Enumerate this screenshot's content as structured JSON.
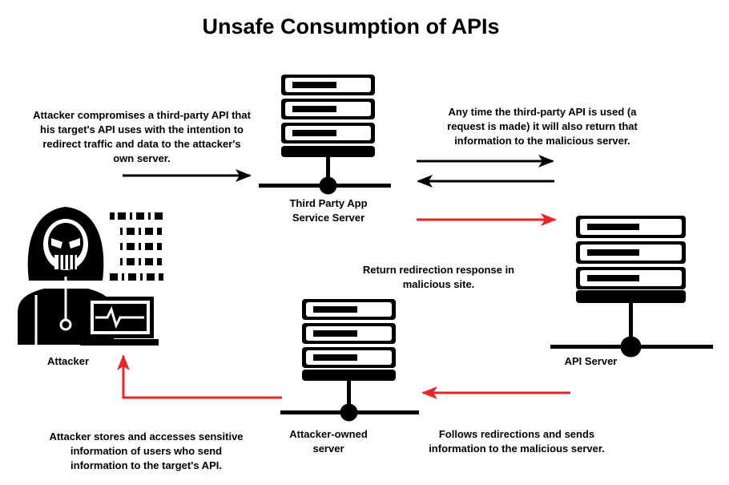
{
  "title": "Unsafe Consumption of APIs",
  "nodes": {
    "third_party": {
      "label_line1": "Third Party App",
      "label_line2": "Service Server"
    },
    "api_server": {
      "label": "API Server"
    },
    "attacker_server": {
      "label_line1": "Attacker-owned",
      "label_line2": "server"
    },
    "attacker": {
      "label": "Attacker"
    }
  },
  "annotations": {
    "compromise": [
      "Attacker compromises a third-party API that",
      "his target's API uses with the intention to",
      "redirect traffic and data to the attacker's",
      "own server."
    ],
    "any_time": [
      "Any time the third-party API is used (a",
      "request is made) it will also return that",
      "information to the malicious server."
    ],
    "return_redirect": [
      "Return redirection response in",
      "malicious site."
    ],
    "stores": [
      "Attacker stores and accesses sensitive",
      "information of users who send",
      "information to the target's API."
    ],
    "follows": [
      "Follows redirections and sends",
      "information to the malicious server."
    ]
  },
  "colors": {
    "normal_arrow": "#000000",
    "malicious_arrow": "#e8262a"
  }
}
